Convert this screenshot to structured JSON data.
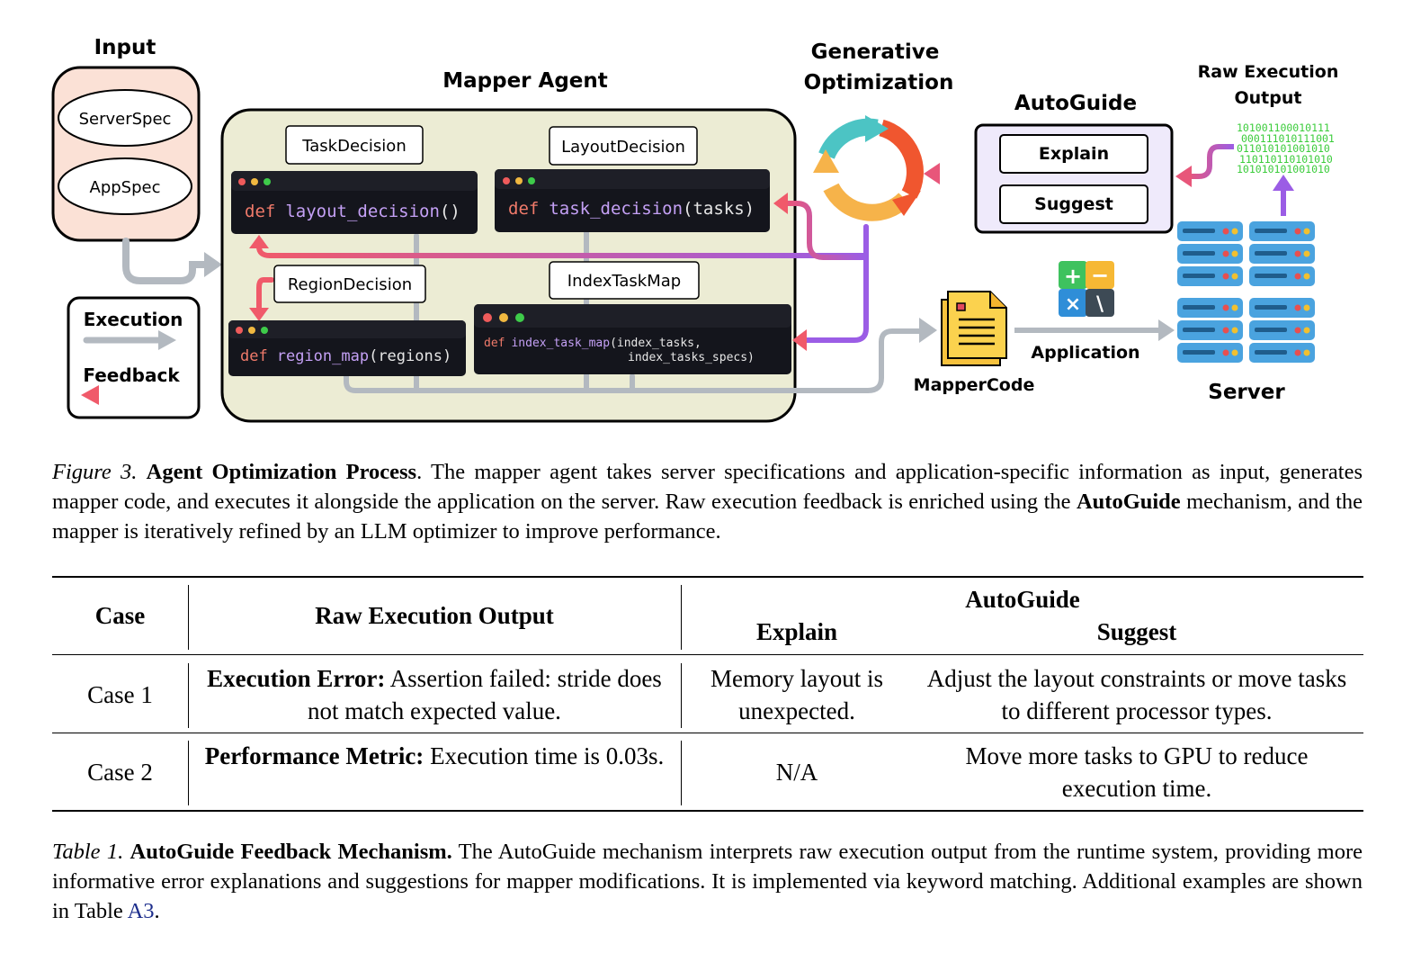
{
  "figure": {
    "input_title": "Input",
    "server_spec": "ServerSpec",
    "app_spec": "AppSpec",
    "legend": {
      "execution": "Execution",
      "feedback": "Feedback"
    },
    "mapper_agent_title": "Mapper Agent",
    "task_decision": "TaskDecision",
    "layout_decision": "LayoutDecision",
    "region_decision": "RegionDecision",
    "index_task_map": "IndexTaskMap",
    "code_layout": {
      "kw": "def",
      "fn": "layout_decision",
      "args": "()"
    },
    "code_task": {
      "kw": "def",
      "fn": "task_decision",
      "args": "(tasks)"
    },
    "code_region": {
      "kw": "def",
      "fn": "region_map",
      "args": "(regions)"
    },
    "code_index": {
      "kw": "def",
      "fn": "index_task_map",
      "args1": "(index_tasks,",
      "args2": "index_tasks_specs)"
    },
    "gen_opt_line1": "Generative",
    "gen_opt_line2": "Optimization",
    "autoguide_title": "AutoGuide",
    "explain": "Explain",
    "suggest": "Suggest",
    "raw_output_line1": "Raw Execution",
    "raw_output_line2": "Output",
    "binary": [
      "101001100010111",
      "000111010111001",
      "011010101001010",
      "110110110101010",
      "101010101001010"
    ],
    "mapper_code": "MapperCode",
    "application": "Application",
    "server": "Server",
    "calc_symbols": [
      "+",
      "−",
      "×",
      "\\"
    ],
    "colors": {
      "execution_arrow": "#b3b9c0",
      "feedback_start": "#f05a6a",
      "feedback_end": "#9b5de5",
      "mapper_bg": "#ececd4",
      "input_bg": "#fbe1d6",
      "autoguide_bg": "#efeafb",
      "code_bg": "#14151c",
      "binary": "#3bcc3b"
    }
  },
  "caption1": {
    "label": "Figure 3.",
    "title": "Agent Optimization Process",
    "text_a": ". The mapper agent takes server specifications and application-specific information as input, generates mapper code, and executes it alongside the application on the server. Raw execution feedback is enriched using the ",
    "bold_mid": "AutoGuide",
    "text_b": " mechanism, and the mapper is iteratively refined by an LLM optimizer to improve performance."
  },
  "table": {
    "headers": {
      "case": "Case",
      "raw": "Raw Execution Output",
      "autoguide": "AutoGuide",
      "explain": "Explain",
      "suggest": "Suggest"
    },
    "rows": [
      {
        "case": "Case 1",
        "raw_bold": "Execution Error:",
        "raw_text": " Assertion failed: stride does not match expected value.",
        "explain": "Memory layout is unexpected.",
        "suggest": "Adjust the layout constraints or move tasks to different processor types."
      },
      {
        "case": "Case 2",
        "raw_bold": "Performance Metric:",
        "raw_text": " Execution time is 0.03s.",
        "explain": "N/A",
        "suggest": "Move more tasks to GPU to reduce execution time."
      }
    ]
  },
  "caption2": {
    "label": "Table 1.",
    "title": "AutoGuide Feedback Mechanism.",
    "text": " The AutoGuide mechanism interprets raw execution output from the runtime system, providing more informative error explanations and suggestions for mapper modifications. It is implemented via keyword matching. Additional examples are shown in Table ",
    "ref": "A3",
    "end": "."
  }
}
